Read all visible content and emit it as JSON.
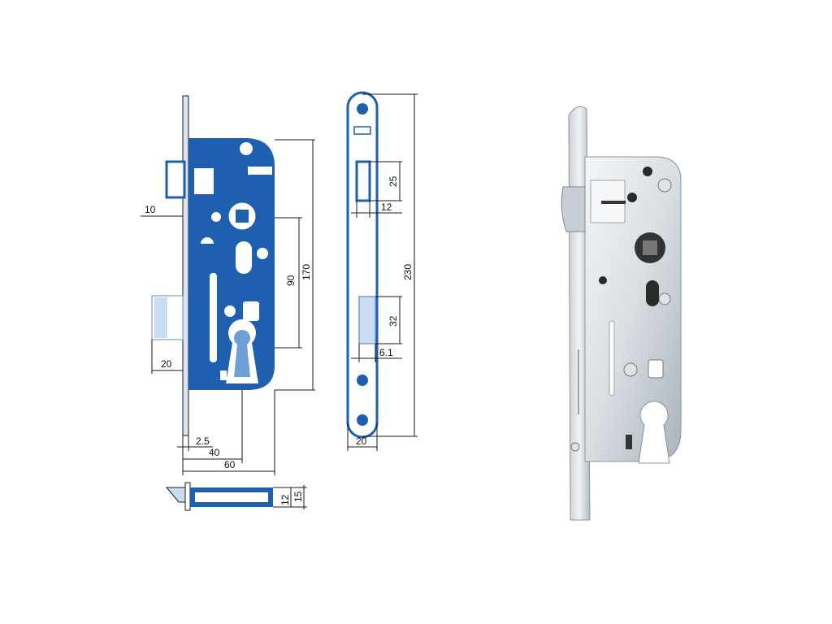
{
  "colors": {
    "drawing_blue": "#1e5fb0",
    "drawing_light_blue": "#6e9fd6",
    "line": "#1a1a1a",
    "steel_light": "#eef1f4",
    "steel_dark": "#9aa3ad"
  },
  "front_view": {
    "dims": {
      "latch_offset": "10",
      "backset_latch": "90",
      "body_height": "170",
      "bolt_projection": "20",
      "faceplate_thickness": "2.5",
      "backset": "40",
      "body_depth": "60"
    }
  },
  "side_view": {
    "dims": {
      "latch_height": "25",
      "latch_width": "12",
      "faceplate_length": "230",
      "bolt_height": "32",
      "bolt_width": "6.1",
      "faceplate_width": "20"
    }
  },
  "bottom_view": {
    "dims": {
      "body_thickness": "12",
      "overall_thickness": "15"
    }
  }
}
